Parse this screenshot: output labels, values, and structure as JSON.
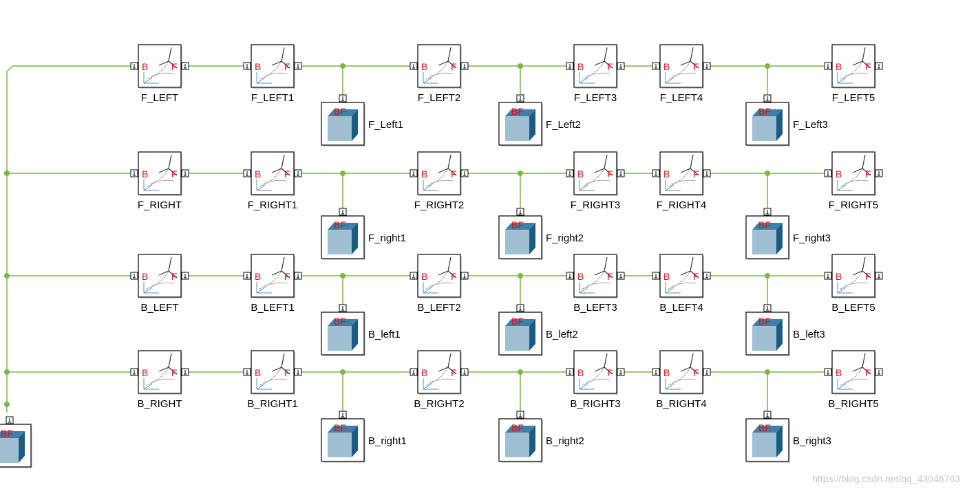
{
  "colors": {
    "wire": "#7ab648",
    "block_border": "#000000",
    "cube_front": "#9ec0d2",
    "cube_top": "#3f7fa8",
    "cube_side": "#1d5c82",
    "frame_letter": "#e01010"
  },
  "icons": {
    "transform": "rigid-transform-icon",
    "solid": "solid-body-icon",
    "port": "frame-port-icon"
  },
  "frame_letters": {
    "base": "B",
    "follower": "F"
  },
  "rows": [
    {
      "transforms": [
        "F_LEFT",
        "F_LEFT1",
        "F_LEFT2",
        "F_LEFT3",
        "F_LEFT4",
        "F_LEFT5"
      ],
      "solids": [
        "F_Left1",
        "F_Left2",
        "F_Left3"
      ]
    },
    {
      "transforms": [
        "F_RIGHT",
        "F_RIGHT1",
        "F_RIGHT2",
        "F_RIGHT3",
        "F_RIGHT4",
        "F_RIGHT5"
      ],
      "solids": [
        "F_right1",
        "F_right2",
        "F_right3"
      ]
    },
    {
      "transforms": [
        "B_LEFT",
        "B_LEFT1",
        "B_LEFT2",
        "B_LEFT3",
        "B_LEFT4",
        "B_LEFT5"
      ],
      "solids": [
        "B_left1",
        "B_left2",
        "B_left3"
      ]
    },
    {
      "transforms": [
        "B_RIGHT",
        "B_RIGHT1",
        "B_RIGHT2",
        "B_RIGHT3",
        "B_RIGHT4",
        "B_RIGHT5"
      ],
      "solids": [
        "B_right1",
        "B_right2",
        "B_right3"
      ]
    }
  ],
  "watermark": "https://blog.csdn.net/qq_43046763"
}
